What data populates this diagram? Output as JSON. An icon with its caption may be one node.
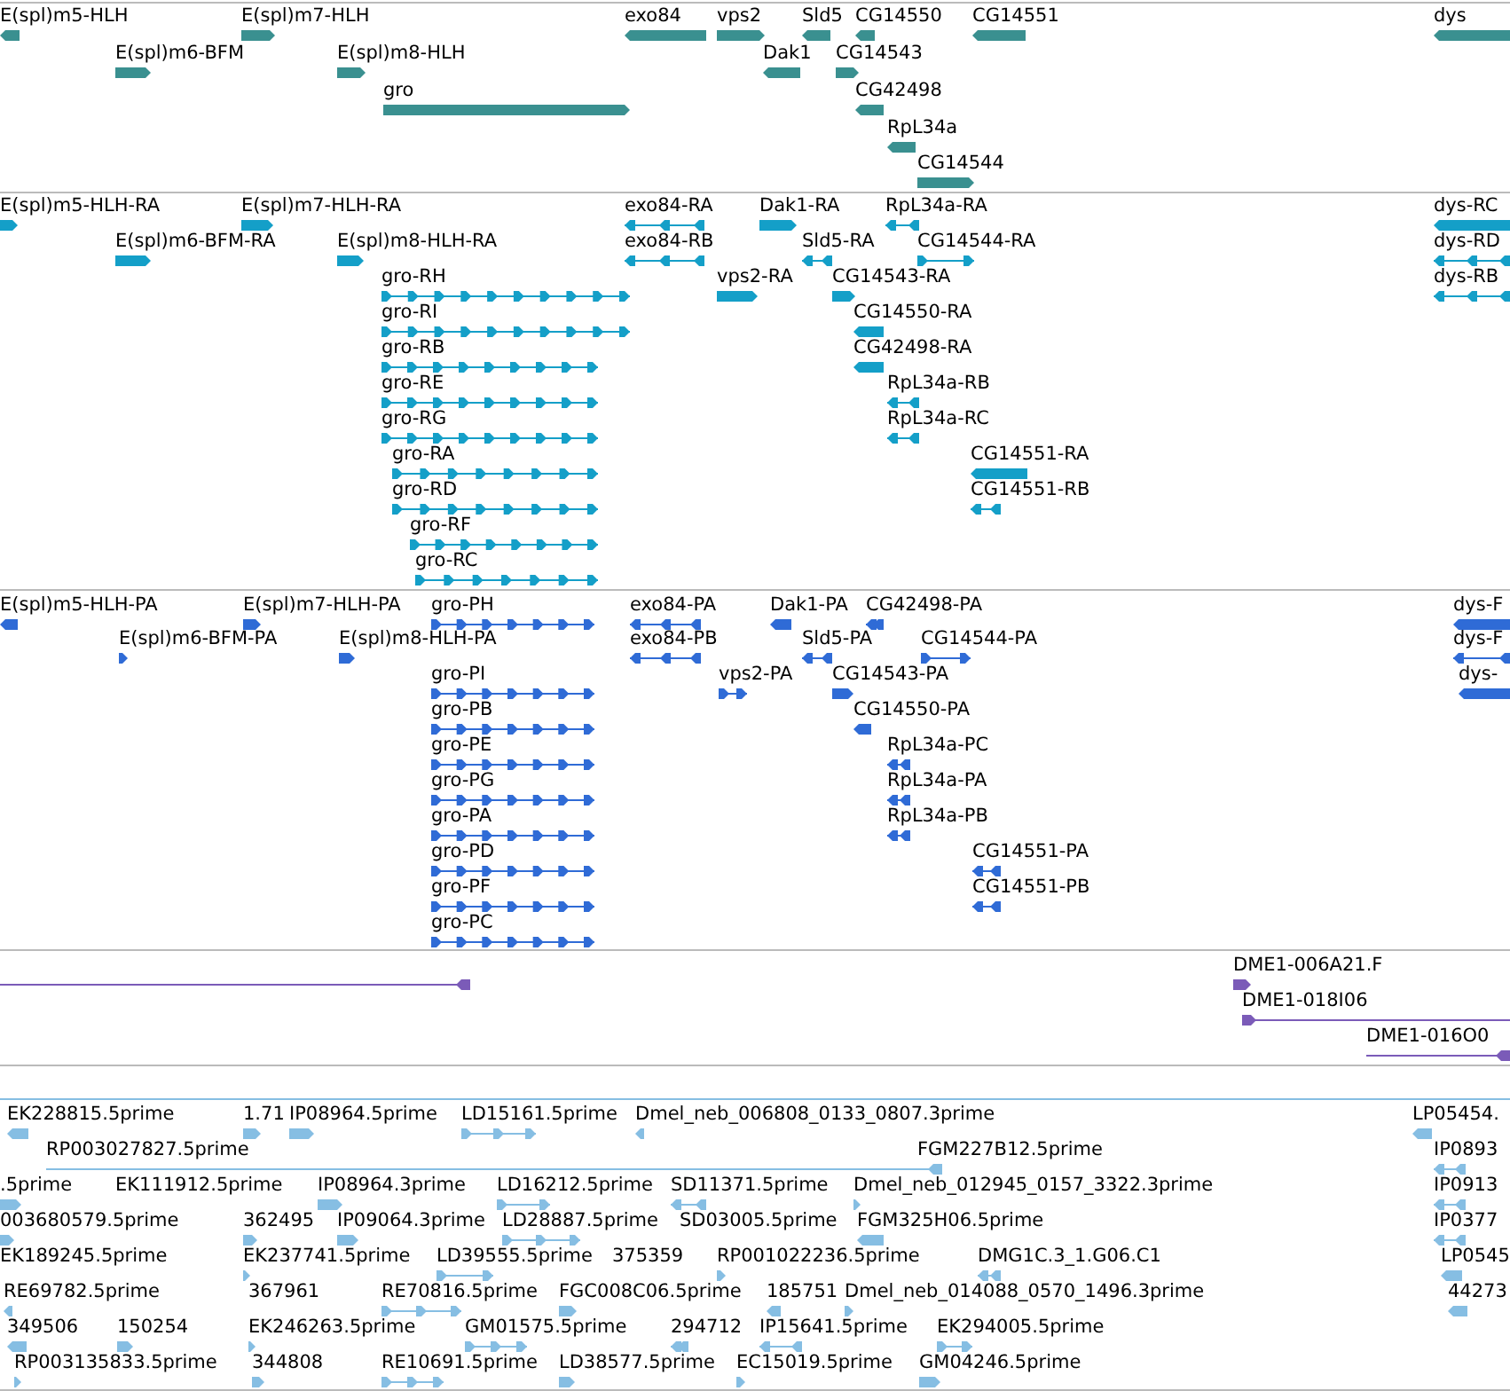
{
  "diagram": {
    "labels": [
      "E(spl)m5-HLH",
      "E(spl)m7-HLH",
      "exo84",
      "vps2",
      "Sld5",
      "CG14550",
      "CG14551",
      "dys",
      "E(spl)m6-BFM",
      "E(spl)m8-HLH",
      "Dak1",
      "CG14543",
      "gro",
      "CG42498",
      "RpL34a",
      "CG14544",
      "E(spl)m5-HLH-RA",
      "E(spl)m7-HLH-RA",
      "exo84-RA",
      "Dak1-RA",
      "RpL34a-RA",
      "dys-RC",
      "E(spl)m6-BFM-RA",
      "E(spl)m8-HLH-RA",
      "exo84-RB",
      "Sld5-RA",
      "CG14544-RA",
      "dys-RD",
      "gro-RH",
      "vps2-RA",
      "CG14543-RA",
      "dys-RB",
      "gro-RI",
      "CG14550-RA",
      "gro-RB",
      "CG42498-RA",
      "gro-RE",
      "RpL34a-RB",
      "gro-RG",
      "RpL34a-RC",
      "gro-RA",
      "CG14551-RA",
      "gro-RD",
      "CG14551-RB",
      "gro-RF",
      "gro-RC",
      "E(spl)m5-HLH-PA",
      "E(spl)m7-HLH-PA",
      "gro-PH",
      "exo84-PA",
      "Dak1-PA",
      "CG42498-PA",
      "dys-F",
      "E(spl)m6-BFM-PA",
      "E(spl)m8-HLH-PA",
      "exo84-PB",
      "Sld5-PA",
      "CG14544-PA",
      "dys-F",
      "gro-PI",
      "vps2-PA",
      "CG14543-PA",
      "dys-",
      "gro-PB",
      "CG14550-PA",
      "gro-PE",
      "RpL34a-PC",
      "gro-PG",
      "RpL34a-PA",
      "gro-PA",
      "RpL34a-PB",
      "gro-PD",
      "CG14551-PA",
      "gro-PF",
      "CG14551-PB",
      "gro-PC",
      "DME1-006A21.F",
      "DME1-018I06",
      "DME1-016O0",
      "EK228815.5prime",
      "1.71",
      "IP08964.5prime",
      "LD15161.5prime",
      "Dmel_neb_006808_0133_0807.3prime",
      "LP05454.",
      "RP003027827.5prime",
      "FGM227B12.5prime",
      "IP0893",
      ".5prime",
      "EK111912.5prime",
      "IP08964.3prime",
      "LD16212.5prime",
      "SD11371.5prime",
      "Dmel_neb_012945_0157_3322.3prime",
      "IP0913",
      "003680579.5prime",
      "362495",
      "IP09064.3prime",
      "LD28887.5prime",
      "SD03005.5prime",
      "FGM325H06.5prime",
      "IP0377",
      "EK189245.5prime",
      "EK237741.5prime",
      "LD39555.5prime",
      "375359",
      "RP001022236.5prime",
      "DMG1C.3_1.G06.C1",
      "LP0545",
      "RE69782.5prime",
      "367961",
      "RE70816.5prime",
      "FGC008C06.5prime",
      "185751",
      "Dmel_neb_014088_0570_1496.3prime",
      "44273",
      "349506",
      "150254",
      "EK246263.5prime",
      "GM01575.5prime",
      "294712",
      "IP15641.5prime",
      "EK294005.5prime",
      "RP003135833.5prime",
      "344808",
      "RE10691.5prime",
      "LD38577.5prime",
      "EC15019.5prime",
      "GM04246.5prime"
    ]
  }
}
